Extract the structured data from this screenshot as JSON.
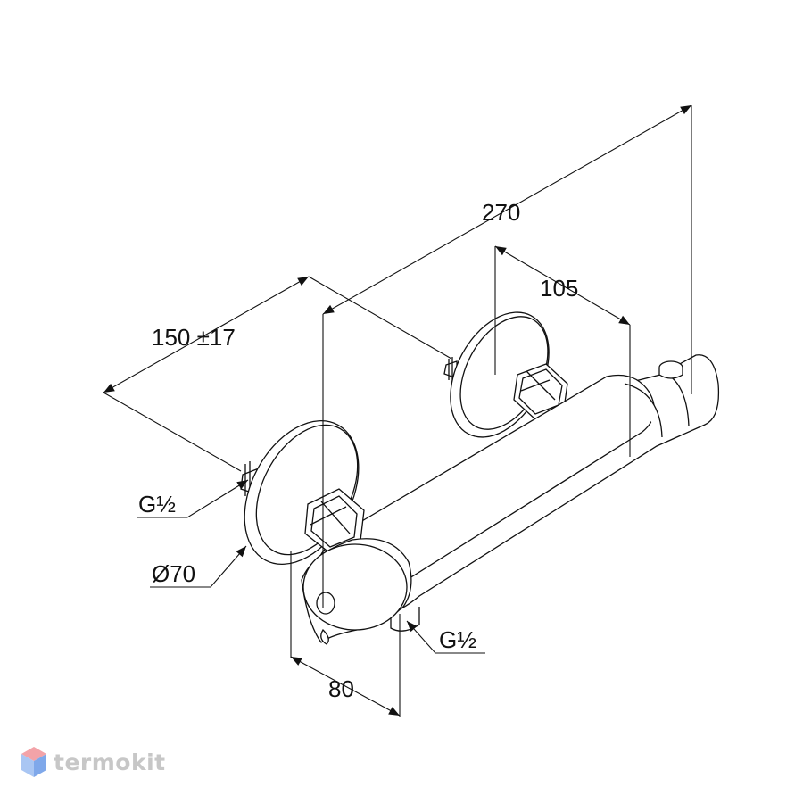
{
  "dimensions": {
    "overall_length": "270",
    "outlet_offset": "105",
    "inlet_spacing": "150 ±17",
    "depth": "80",
    "rosette_diameter": "Ø70",
    "inlet_thread": "G½",
    "outlet_thread": "G½"
  },
  "watermark": {
    "text": "termokit",
    "icon": "hexagon-cube-icon",
    "colors": {
      "top": "#f3a3a8",
      "left": "#a9c6f3",
      "right": "#7fa8ea",
      "text": "#c7c7c7"
    }
  },
  "line_color": "#111111"
}
